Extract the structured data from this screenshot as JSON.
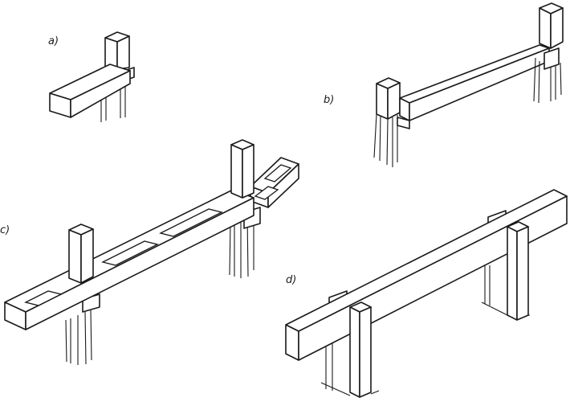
{
  "labels": {
    "a": "a)",
    "b": "b)",
    "c": "c)",
    "d": "d)"
  },
  "colors": {
    "ink": "#1a1a1a",
    "paper": "#ffffff"
  }
}
